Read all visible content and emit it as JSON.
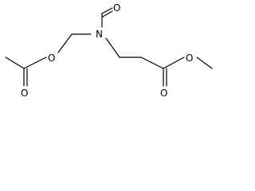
{
  "diagram": {
    "type": "chemical-structure",
    "colors": {
      "bond": "#000000",
      "label": "#000000",
      "background": "#ffffff"
    },
    "atoms": {
      "ester_ring_o": "O",
      "acetyl_carbonyl_o": "O",
      "amine_n": "N",
      "nitroso_o": "O",
      "ester_carbonyl_o": "O",
      "ester_o": "O"
    }
  }
}
